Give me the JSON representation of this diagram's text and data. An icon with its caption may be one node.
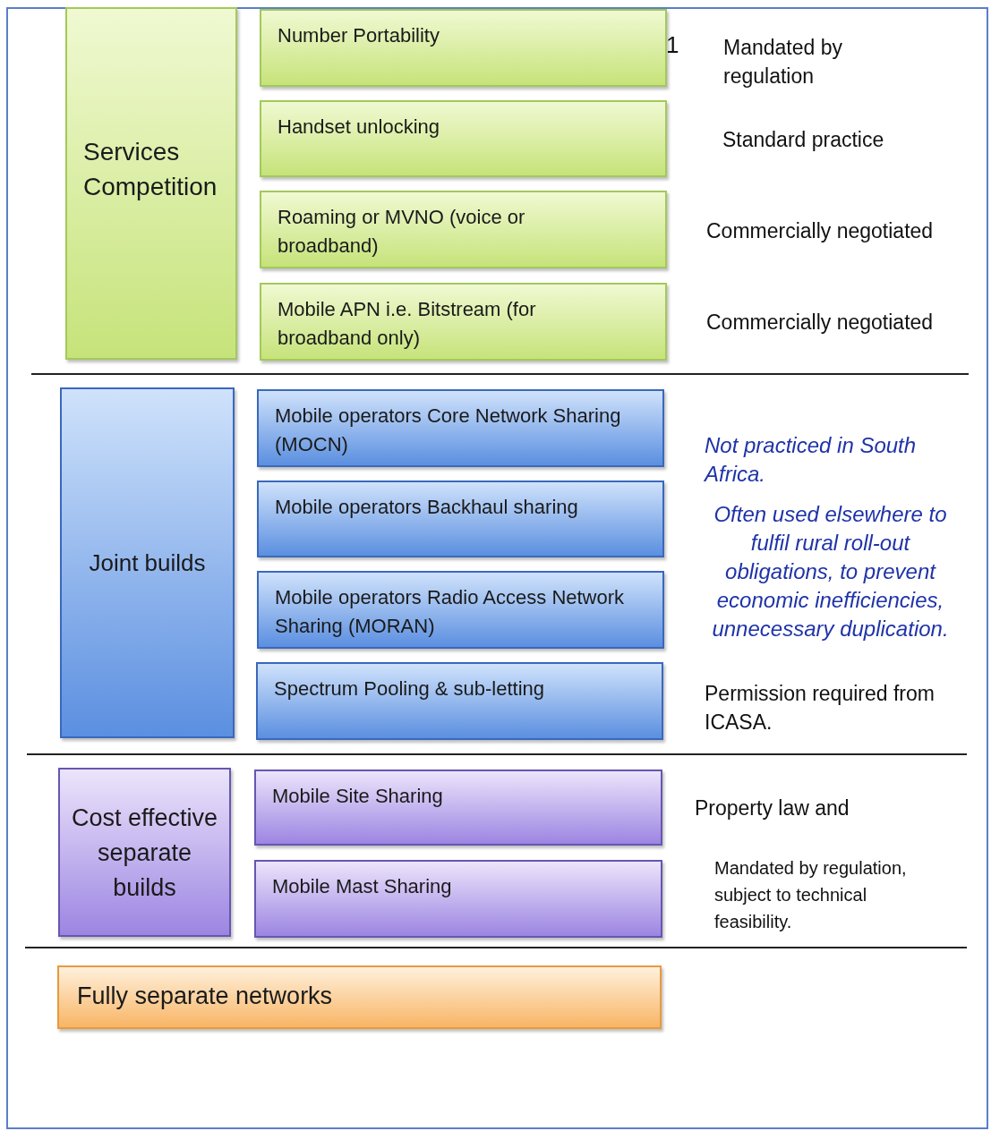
{
  "diagram": {
    "nodes": [
      {
        "text": [
          "Services Competition"
        ]
      },
      {
        "text": [
          "Number Portability"
        ]
      },
      {
        "text": [
          "Handset unlocking"
        ]
      },
      {
        "text": [
          "Roaming or MVNO (voice or broadband)"
        ]
      },
      {
        "text": [
          "Mobile APN i.e. Bitstream (for broadband only)"
        ]
      },
      {
        "text": [
          "Joint builds"
        ]
      },
      {
        "text": [
          "Mobile operators Core Network Sharing (MOCN)"
        ]
      },
      {
        "text": [
          "Mobile operators Backhaul sharing"
        ]
      },
      {
        "text": [
          "Mobile operators Radio Access Network Sharing (MORAN)"
        ]
      },
      {
        "text": [
          "Spectrum Pooling & sub-letting"
        ]
      },
      {
        "text": [
          "Cost effective separate builds"
        ]
      },
      {
        "text": [
          "Mobile Site Sharing"
        ]
      },
      {
        "text": [
          "Mobile Mast Sharing"
        ]
      },
      {
        "text": [
          "Fully separate networks"
        ]
      }
    ],
    "labels": [
      "1",
      "Mandated by regulation",
      "Standard practice",
      "Commercially negotiated",
      "Commercially negotiated",
      "Not practiced in South Africa.",
      "Often used elsewhere to fulfil rural roll-out obligations, to prevent economic inefficiencies, unnecessary duplication.",
      "Permission required from ICASA.",
      "Property law and",
      "Mandated by regulation, subject to technical feasibility."
    ]
  }
}
